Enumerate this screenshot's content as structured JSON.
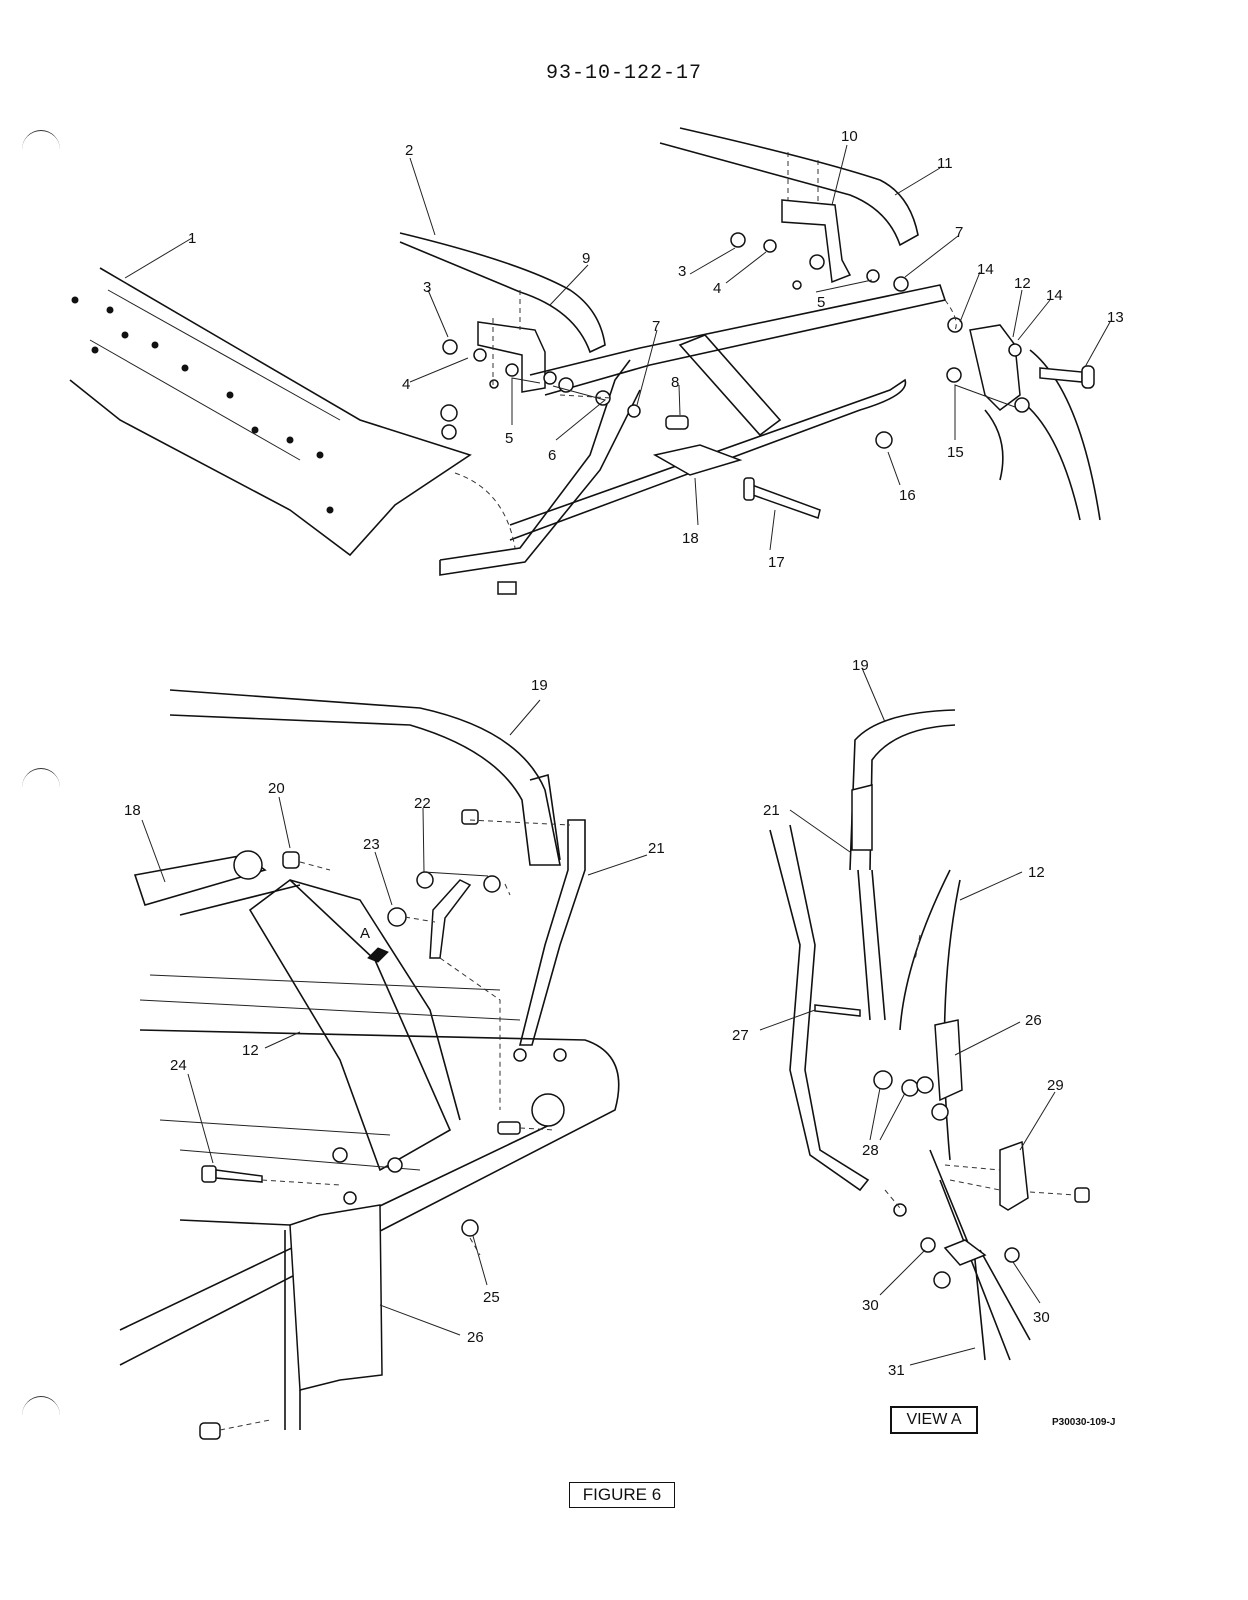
{
  "document_number": "93-10-122-17",
  "callouts_top": [
    "1",
    "2",
    "3",
    "4",
    "5",
    "6",
    "7",
    "8",
    "9",
    "10",
    "11",
    "3",
    "4",
    "5",
    "7",
    "14",
    "12",
    "14",
    "13",
    "15",
    "16",
    "17",
    "18"
  ],
  "callouts_bottom_left": [
    "19",
    "18",
    "20",
    "22",
    "23",
    "A",
    "21",
    "12",
    "24",
    "25",
    "26"
  ],
  "callouts_view_a": [
    "19",
    "21",
    "12",
    "27",
    "26",
    "28",
    "29",
    "30",
    "30",
    "31"
  ],
  "view_label": "VIEW A",
  "drawing_ref": "P30030-109-J",
  "figure_label": "FIGURE 6"
}
